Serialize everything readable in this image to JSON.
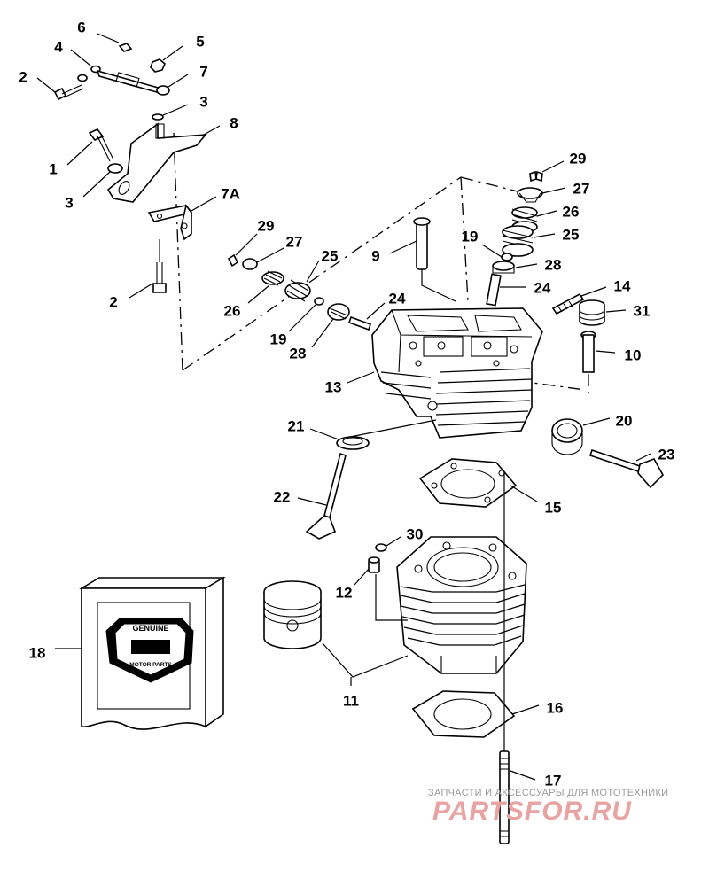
{
  "callouts": {
    "n1": "1",
    "n2a": "2",
    "n2b": "2",
    "n3a": "3",
    "n3b": "3",
    "n4": "4",
    "n5": "5",
    "n6": "6",
    "n7": "7",
    "n7a": "7A",
    "n8": "8",
    "n9": "9",
    "n10": "10",
    "n11": "11",
    "n12": "12",
    "n13": "13",
    "n14": "14",
    "n15": "15",
    "n16": "16",
    "n17": "17",
    "n18": "18",
    "n19a": "19",
    "n19b": "19",
    "n20": "20",
    "n21": "21",
    "n22": "22",
    "n23": "23",
    "n24a": "24",
    "n24b": "24",
    "n25a": "25",
    "n25b": "25",
    "n26a": "26",
    "n26b": "26",
    "n27a": "27",
    "n27b": "27",
    "n28a": "28",
    "n28b": "28",
    "n29a": "29",
    "n29b": "29",
    "n30": "30",
    "n31": "31"
  },
  "parts_box": {
    "logo_top": "GENUINE",
    "logo_bottom": "MOTOR PARTS"
  },
  "watermark": {
    "caption": "ЗАПЧАСТИ И АКСЕССУАРЫ ДЛЯ МОТОТЕХНИКИ",
    "brand": "PARTSFOR.RU"
  }
}
